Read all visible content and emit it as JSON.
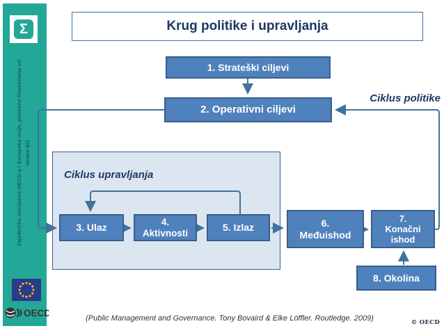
{
  "slide": {
    "title": "Krug politike i upravljanja",
    "citation": "(Public Management and Governance. Tony Bovaird & Elke Löffler. Routledge. 2009)",
    "copyright": "© OECD"
  },
  "sidebar": {
    "sigma_glyph": "Σ",
    "vertical_text": "Zajednička inicijativa OECD-a i Europske unije, pretežno financirana od\nstrane EU",
    "oecd_label": "OECD"
  },
  "diagram": {
    "labels": {
      "policy_cycle": "Ciklus politike",
      "management_cycle": "Ciklus upravljanja"
    },
    "boxes": [
      {
        "id": "1",
        "label": "1. Strateški ciljevi"
      },
      {
        "id": "2",
        "label": "2. Operativni ciljevi"
      },
      {
        "id": "3",
        "label": "3. Ulaz"
      },
      {
        "id": "4",
        "label": "4.\nAktivnosti"
      },
      {
        "id": "5",
        "label": "5. Izlaz"
      },
      {
        "id": "6",
        "label": "6.\nMeđuishod"
      },
      {
        "id": "7",
        "label": "7.\nKonačni\nishod"
      },
      {
        "id": "8",
        "label": "8. Okolina"
      }
    ],
    "flows": [
      "1 → 2",
      "2 → 3 (lijeva petlja)",
      "3 → 4",
      "4 → 5",
      "5 → 3 (unutarnja petlja)",
      "5 → 6",
      "6 → 7",
      "8 → 7",
      "7 → 2 (ciklus politike)"
    ],
    "colors": {
      "box_fill": "#4F81BD",
      "box_border": "#385D8A",
      "container_fill": "#DCE6F1",
      "container_border": "#365F91",
      "connector": "#41719C",
      "navy_text": "#1F3864",
      "sidebar_teal": "#23A796",
      "eu_flag_blue": "#2A3A8C",
      "eu_star_yellow": "#FFCC00"
    }
  }
}
